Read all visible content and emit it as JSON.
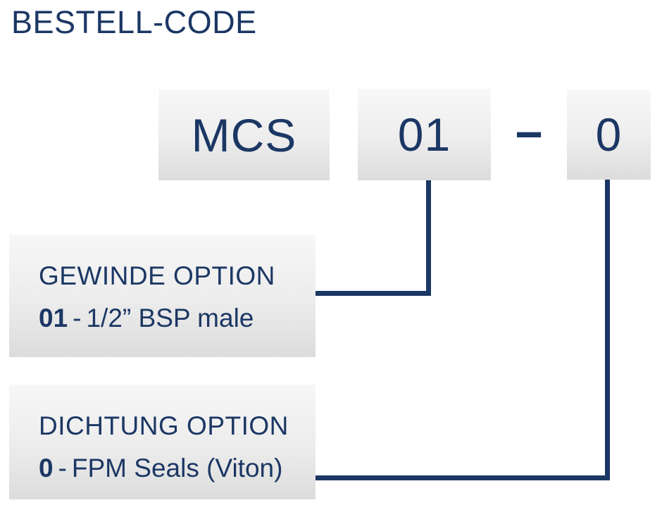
{
  "title": "BESTELL-CODE",
  "code": {
    "segments": [
      {
        "name": "series",
        "text": "MCS"
      },
      {
        "name": "gewinde",
        "text": "01"
      },
      {
        "name": "dichtung",
        "text": "0"
      }
    ],
    "separator": "−"
  },
  "options": [
    {
      "heading": "GEWINDE OPTION",
      "value": "01",
      "separator": "-",
      "description": "1/2” BSP male"
    },
    {
      "heading": "DICHTUNG OPTION",
      "value": "0",
      "separator": "-",
      "description": "FPM Seals (Viton)"
    }
  ],
  "colors": {
    "navy": "#1b3764",
    "box_gradient_top": "#f8f8f8",
    "box_gradient_bottom": "#dcdcdc",
    "background": "#ffffff"
  }
}
